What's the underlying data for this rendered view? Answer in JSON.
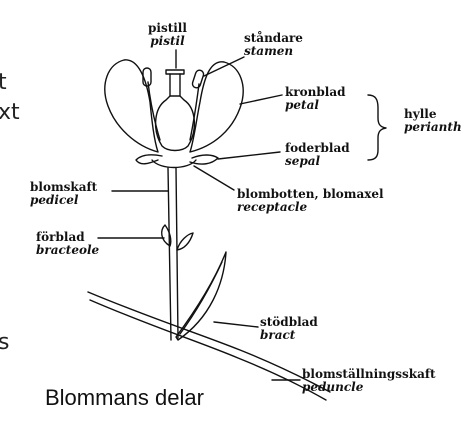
{
  "caption": "Blommans delar",
  "side_fragments": [
    "t",
    "xt",
    "s"
  ],
  "labels": {
    "pistil": {
      "sv": "pistill",
      "la": "pistil"
    },
    "stamen": {
      "sv": "ståndare",
      "la": "stamen"
    },
    "petal": {
      "sv": "kronblad",
      "la": "petal"
    },
    "sepal": {
      "sv": "foderblad",
      "la": "sepal"
    },
    "perianth": {
      "sv": "hylle",
      "la": "perianth"
    },
    "pedicel": {
      "sv": "blomskaft",
      "la": "pedicel"
    },
    "receptacle": {
      "sv": "blombotten,  blomaxel",
      "la": "receptacle"
    },
    "bracteole": {
      "sv": "förblad",
      "la": "bracteole"
    },
    "bract": {
      "sv": "stödblad",
      "la": "bract"
    },
    "peduncle": {
      "sv": "blomställningsskaft",
      "la": "peduncle"
    }
  }
}
